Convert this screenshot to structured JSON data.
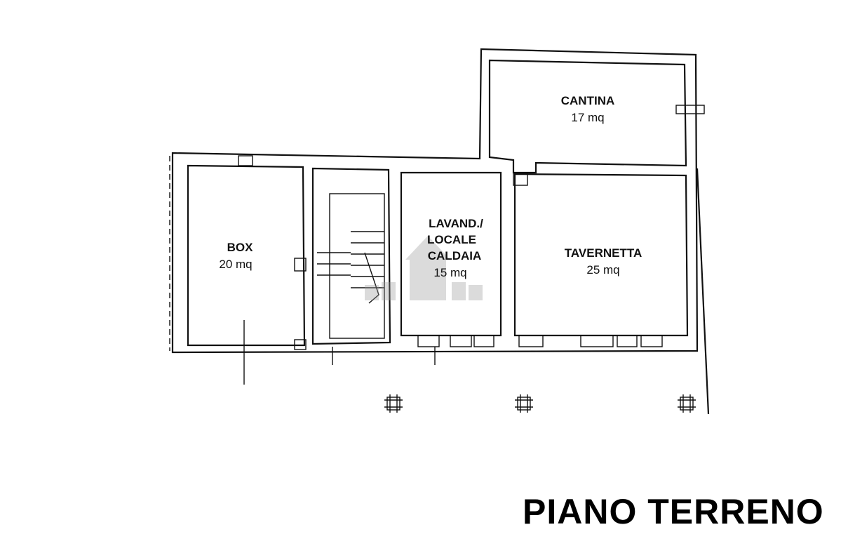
{
  "floor_title": "PIANO TERRENO",
  "rooms": {
    "box": {
      "name": "BOX",
      "area": "20 mq"
    },
    "lavanderia": {
      "name_lines": [
        "LAVAND./",
        "LOCALE",
        "CALDAIA"
      ],
      "area": "15 mq"
    },
    "cantina": {
      "name": "CANTINA",
      "area": "17 mq"
    },
    "tavernetta": {
      "name": "TAVERNETTA",
      "area": "25 mq"
    }
  },
  "colors": {
    "wall": "#111111",
    "background": "#ffffff",
    "watermark": "#9a9a9a"
  }
}
